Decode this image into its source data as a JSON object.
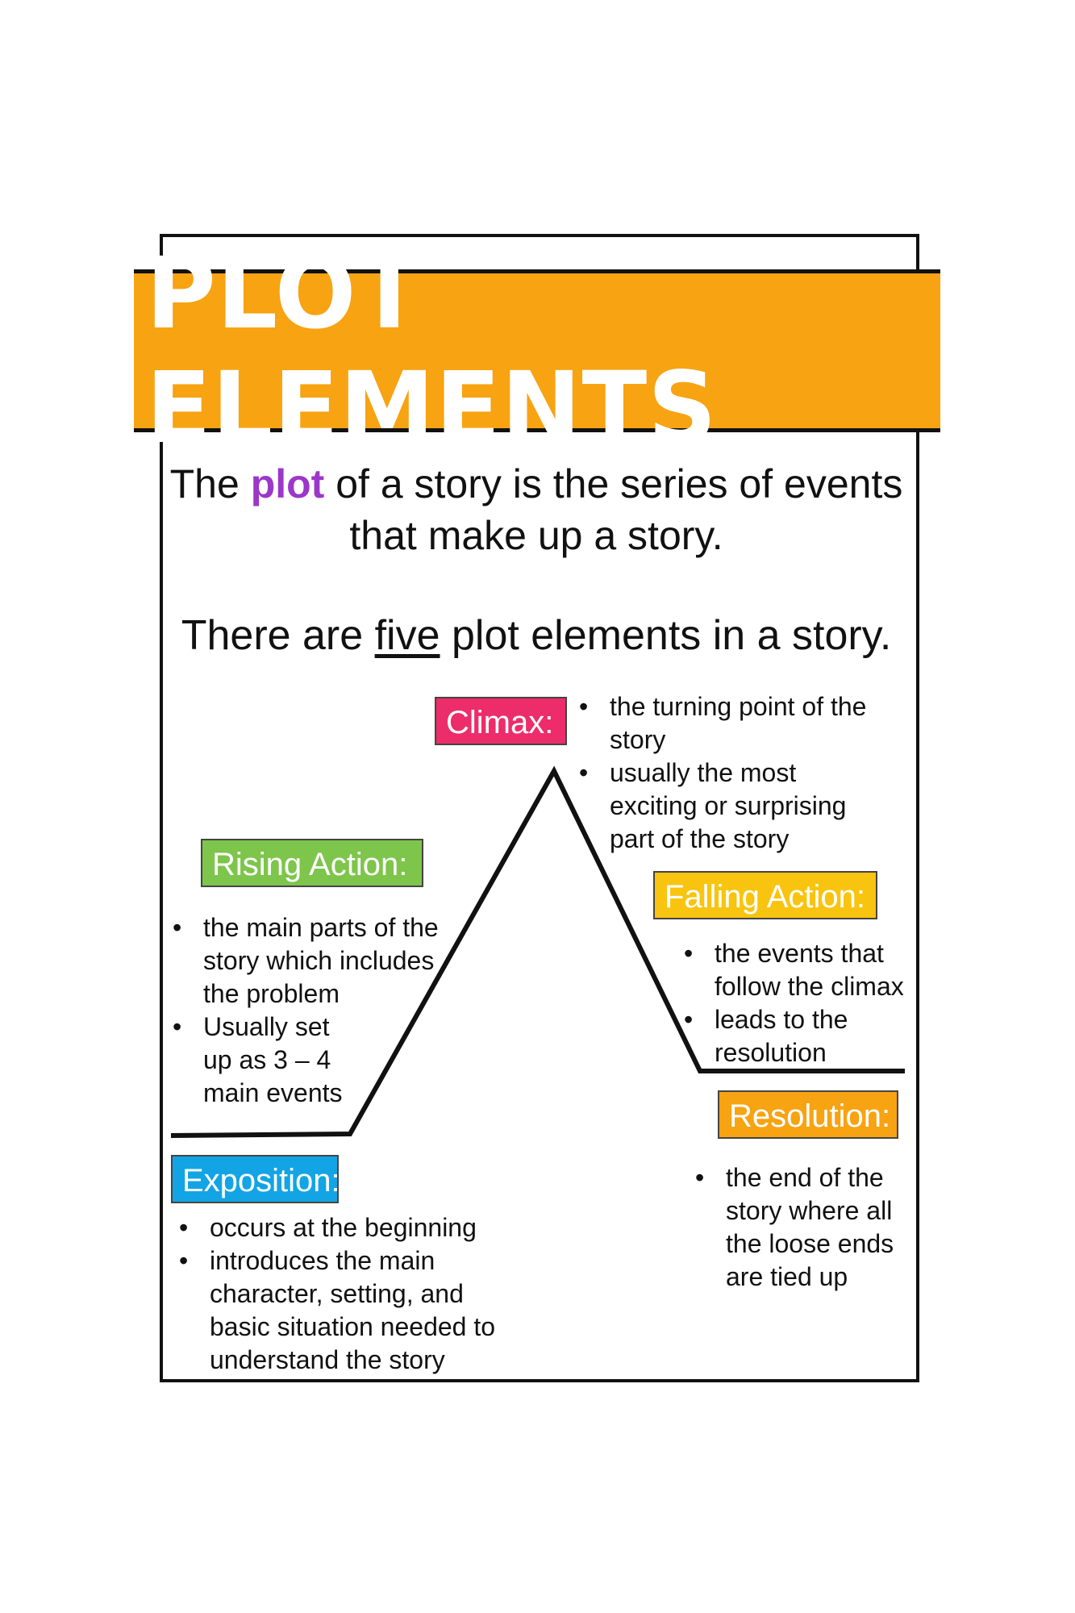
{
  "title": "PLOT ELEMENTS",
  "intro": {
    "before": "The ",
    "highlight": "plot",
    "after": " of a story is the series of events that make up a story.",
    "highlight_color": "#9B37C9"
  },
  "count_line": {
    "before": "There are ",
    "underlined": "five",
    "after": " plot elements in a story."
  },
  "colors": {
    "banner": "#F7A312",
    "climax": "#EC2C6B",
    "rising": "#7DC54B",
    "falling": "#F8C40F",
    "resolution": "#F7A312",
    "exposition": "#13A4E6"
  },
  "elements": {
    "climax": {
      "label": "Climax:",
      "bullets": [
        "the turning point of the story",
        "usually the most exciting or surprising part of the story"
      ]
    },
    "rising_action": {
      "label": "Rising Action:",
      "bullets": [
        "the main parts of the story which includes the problem",
        "Usually set up as 3 – 4 main events"
      ]
    },
    "falling_action": {
      "label": "Falling Action:",
      "bullets": [
        "the events that follow the climax",
        "leads to the resolution"
      ]
    },
    "resolution": {
      "label": "Resolution:",
      "bullets": [
        "the end of the story where all the loose ends are tied up"
      ]
    },
    "exposition": {
      "label": "Exposition:",
      "bullets": [
        "occurs at the beginning",
        "introduces the main character, setting, and basic situation needed to understand the story"
      ]
    }
  }
}
